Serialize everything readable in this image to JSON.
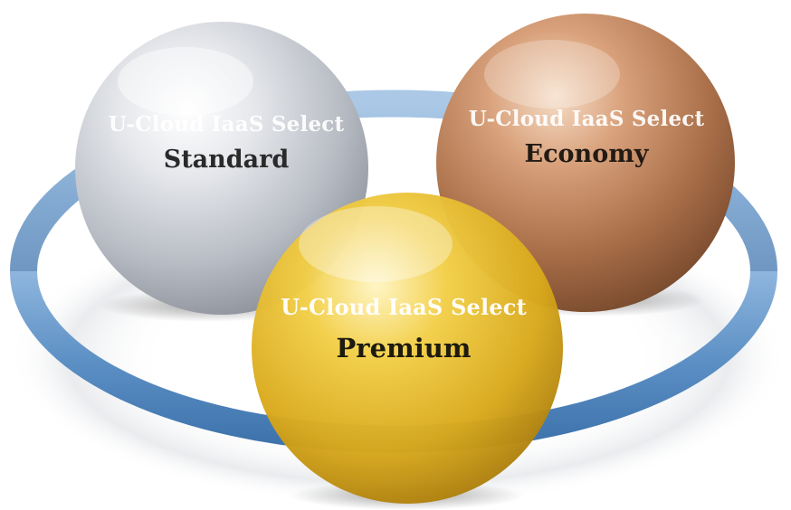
{
  "spheres": {
    "standard": {
      "brand": "U-Cloud IaaS Select",
      "tier": "Standard",
      "color": "#c9ccd3"
    },
    "economy": {
      "brand": "U-Cloud IaaS Select",
      "tier": "Economy",
      "color": "#b9825e"
    },
    "premium": {
      "brand": "U-Cloud IaaS Select",
      "tier": "Premium",
      "color": "#e3b72d"
    }
  },
  "ring": {
    "color": "#5b8fc4"
  }
}
